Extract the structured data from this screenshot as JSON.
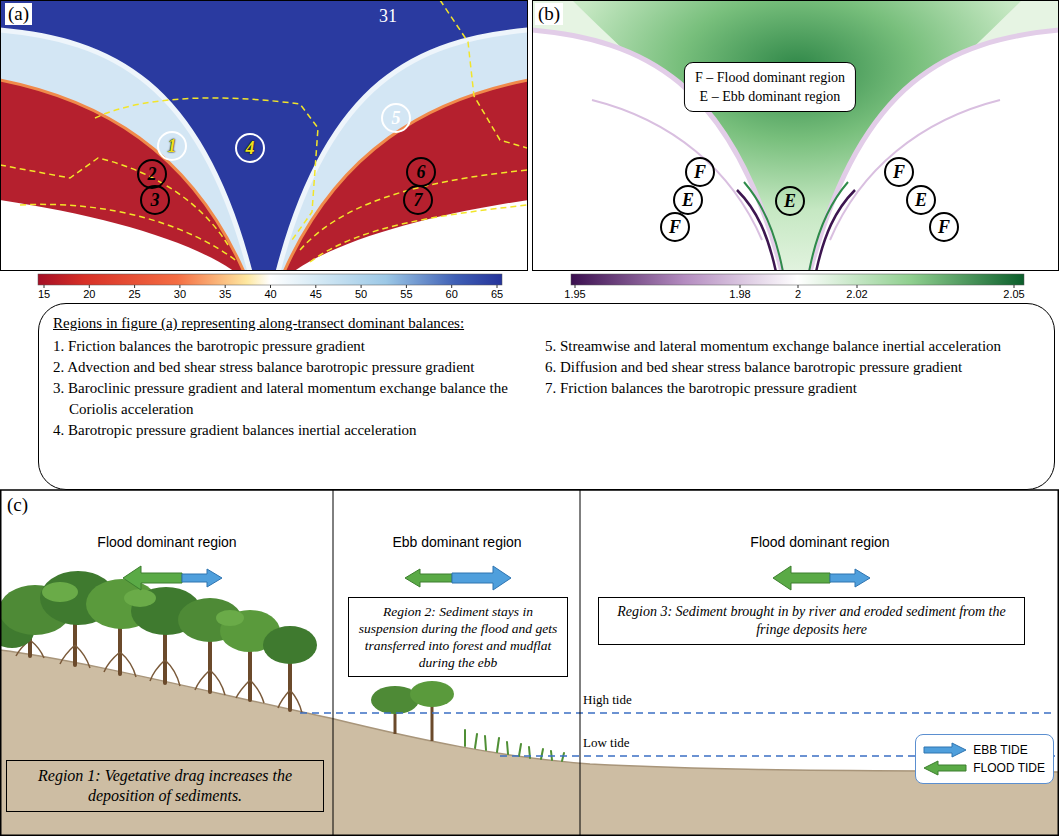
{
  "diagram": {
    "nodes": [
      {
        "text": [
          "1"
        ]
      },
      {
        "text": [
          "2"
        ]
      },
      {
        "text": [
          "3"
        ]
      },
      {
        "text": [
          "4"
        ]
      },
      {
        "text": [
          "5"
        ]
      },
      {
        "text": [
          "6"
        ]
      },
      {
        "text": [
          "7"
        ]
      },
      {
        "text": [
          "F – Flood dominant region",
          "E – Ebb dominant region"
        ]
      },
      {
        "text": [
          "F"
        ]
      },
      {
        "text": [
          "E"
        ]
      },
      {
        "text": [
          "F"
        ]
      },
      {
        "text": [
          "E"
        ]
      },
      {
        "text": [
          "F"
        ]
      },
      {
        "text": [
          "E"
        ]
      },
      {
        "text": [
          "F"
        ]
      },
      {
        "text": [
          "Regions in figure (a) representing along-transect dominant balances:",
          "1. Friction balances the barotropic pressure gradient",
          "2. Advection and bed shear stress balance barotropic pressure gradient",
          "3. Baroclinic pressure gradient and lateral momentum exchange balance the Coriolis acceleration",
          "4. Barotropic pressure gradient balances inertial acceleration",
          "5. Streamwise and lateral momentum exchange balance inertial acceleration",
          "6. Diffusion and bed shear stress balance barotropic pressure gradient",
          "7. Friction balances the barotropic pressure gradient"
        ]
      },
      {
        "text": [
          "Region 2: Sediment stays in suspension during the flood and gets transferred into forest and mudflat during the ebb"
        ]
      },
      {
        "text": [
          "Region 3: Sediment brought in by river and eroded sediment from the fringe deposits here"
        ]
      },
      {
        "text": [
          "Region 1: Vegetative drag increases the deposition of sediments."
        ]
      }
    ],
    "labels": [
      "(a)",
      "31",
      "15",
      "20",
      "25",
      "30",
      "35",
      "40",
      "45",
      "50",
      "55",
      "60",
      "65",
      "(b)",
      "1.95",
      "1.98",
      "2",
      "2.02",
      "2.05",
      "(c)",
      "Flood dominant region",
      "Ebb dominant region",
      "Flood dominant region",
      "High tide",
      "Low tide"
    ],
    "legend": [
      {
        "text": "EBB TIDE"
      },
      {
        "text": "FLOOD TIDE"
      }
    ]
  }
}
